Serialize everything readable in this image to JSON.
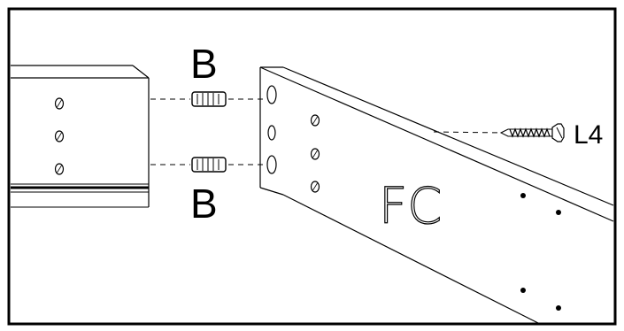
{
  "labels": {
    "dowel_top": "B",
    "dowel_bottom": "B",
    "screw": "L4",
    "panel_mark": "FC"
  },
  "colors": {
    "line": "#000000",
    "background": "#ffffff"
  },
  "icons": {
    "dowel": "wooden-dowel-icon",
    "screw": "wood-screw-icon",
    "hole": "drill-hole-icon"
  }
}
